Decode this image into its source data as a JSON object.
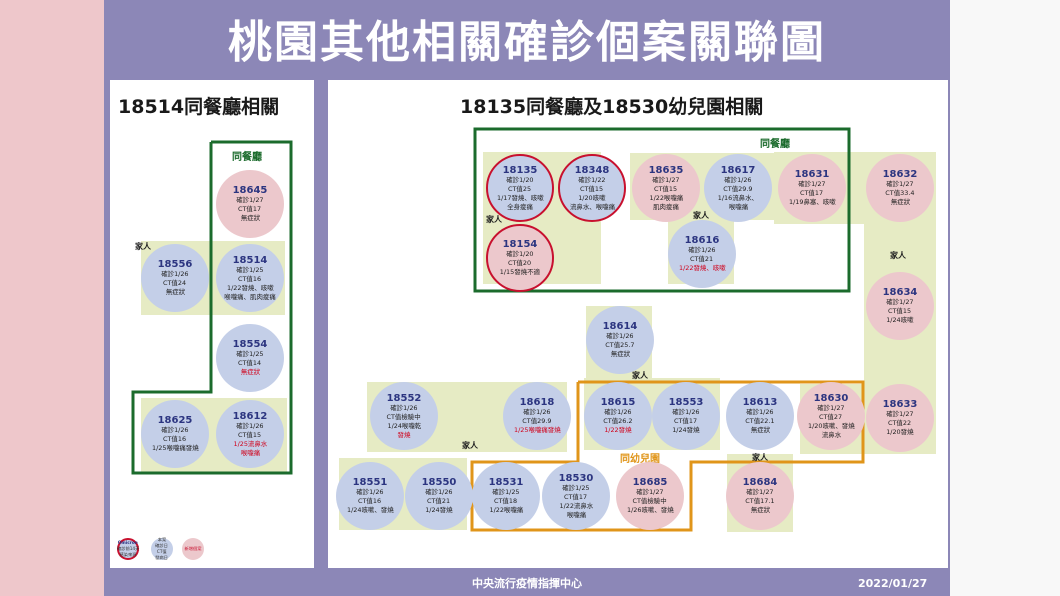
{
  "title": "桃園其他相關確診個案關聯圖",
  "left_heading": "18514同餐廳相關",
  "right_heading": "18135同餐廳及18530幼兒園相關",
  "groups": {
    "left_restaurant": "同餐廳",
    "right_restaurant": "同餐廳",
    "kindergarten": "同幼兒園"
  },
  "labels": {
    "family": "家人"
  },
  "cases": [
    {
      "key": "c18645",
      "id": "18645",
      "lines": [
        "確診1/27",
        "CT值17",
        "無症狀"
      ],
      "red": []
    },
    {
      "key": "c18556",
      "id": "18556",
      "lines": [
        "確診1/26",
        "CT值24",
        "無症狀"
      ],
      "red": []
    },
    {
      "key": "c18514",
      "id": "18514",
      "lines": [
        "確診1/25",
        "CT值16",
        "1/22發燒、咳嗽",
        "喉嚨痛、肌肉痠痛"
      ],
      "red": []
    },
    {
      "key": "c18554",
      "id": "18554",
      "lines": [
        "確診1/25",
        "CT值14",
        "無症狀"
      ],
      "red": [
        2
      ]
    },
    {
      "key": "c18625",
      "id": "18625",
      "lines": [
        "確診1/26",
        "CT值16",
        "1/25喉嚨痛發燒"
      ],
      "red": []
    },
    {
      "key": "c18612",
      "id": "18612",
      "lines": [
        "確診1/26",
        "CT值15",
        "1/25流鼻水",
        "喉嚨痛"
      ],
      "red": [
        2,
        3
      ]
    },
    {
      "key": "c18135",
      "id": "18135",
      "lines": [
        "確診1/20",
        "CT值25",
        "1/17發燒、咳嗽",
        "全身痠痛"
      ],
      "red": []
    },
    {
      "key": "c18348",
      "id": "18348",
      "lines": [
        "確診1/22",
        "CT值15",
        "1/20咳嗽",
        "流鼻水、喉嚨痛"
      ],
      "red": []
    },
    {
      "key": "c18154",
      "id": "18154",
      "lines": [
        "確診1/20",
        "CT值20",
        "1/15發燒不適"
      ],
      "red": []
    },
    {
      "key": "c18635",
      "id": "18635",
      "lines": [
        "確診1/27",
        "CT值15",
        "1/22喉嚨痛",
        "肌肉痠痛"
      ],
      "red": []
    },
    {
      "key": "c18617",
      "id": "18617",
      "lines": [
        "確診1/26",
        "CT值29.9",
        "1/16流鼻水、",
        "喉嚨痛"
      ],
      "red": []
    },
    {
      "key": "c18616",
      "id": "18616",
      "lines": [
        "確診1/26",
        "CT值21",
        "1/22發燒、咳嗽"
      ],
      "red": [
        2
      ]
    },
    {
      "key": "c18631",
      "id": "18631",
      "lines": [
        "確診1/27",
        "CT值17",
        "1/19鼻塞、咳嗽"
      ],
      "red": []
    },
    {
      "key": "c18632",
      "id": "18632",
      "lines": [
        "確診1/27",
        "CT值33.4",
        "無症狀"
      ],
      "red": []
    },
    {
      "key": "c18634",
      "id": "18634",
      "lines": [
        "確診1/27",
        "CT值15",
        "1/24咳嗽"
      ],
      "red": []
    },
    {
      "key": "c18614",
      "id": "18614",
      "lines": [
        "確診1/26",
        "CT值25.7",
        "無症狀"
      ],
      "red": []
    },
    {
      "key": "c18552",
      "id": "18552",
      "lines": [
        "確診1/26",
        "CT值檢驗中",
        "1/24喉嚨乾",
        "發燒"
      ],
      "red": [
        3
      ]
    },
    {
      "key": "c18618",
      "id": "18618",
      "lines": [
        "確診1/26",
        "CT值29.9",
        "1/25喉嚨痛發燒"
      ],
      "red": [
        2
      ]
    },
    {
      "key": "c18615",
      "id": "18615",
      "lines": [
        "確診1/26",
        "CT值26.2",
        "1/22發燒"
      ],
      "red": [
        2
      ]
    },
    {
      "key": "c18553",
      "id": "18553",
      "lines": [
        "確診1/26",
        "CT值17",
        "1/24發燒"
      ],
      "red": []
    },
    {
      "key": "c18613",
      "id": "18613",
      "lines": [
        "確診1/26",
        "CT值22.1",
        "無症狀"
      ],
      "red": []
    },
    {
      "key": "c18630",
      "id": "18630",
      "lines": [
        "確診1/27",
        "CT值27",
        "1/20咳嗽、發燒",
        "流鼻水"
      ],
      "red": []
    },
    {
      "key": "c18633",
      "id": "18633",
      "lines": [
        "確診1/27",
        "CT值22",
        "1/20發燒"
      ],
      "red": []
    },
    {
      "key": "c18551",
      "id": "18551",
      "lines": [
        "確診1/26",
        "CT值16",
        "1/24咳嗽、發燒"
      ],
      "red": []
    },
    {
      "key": "c18550",
      "id": "18550",
      "lines": [
        "確診1/26",
        "CT值21",
        "1/24發燒"
      ],
      "red": []
    },
    {
      "key": "c18531",
      "id": "18531",
      "lines": [
        "確診1/25",
        "CT值18",
        "1/22喉嚨痛"
      ],
      "red": []
    },
    {
      "key": "c18530",
      "id": "18530",
      "lines": [
        "確診1/25",
        "CT值17",
        "1/22流鼻水",
        "喉嚨痛"
      ],
      "red": []
    },
    {
      "key": "c18685",
      "id": "18685",
      "lines": [
        "確診1/27",
        "CT值檢驗中",
        "1/26咳嗽、發燒"
      ],
      "red": []
    },
    {
      "key": "c18684",
      "id": "18684",
      "lines": [
        "確診1/27",
        "CT值17.1",
        "無症狀"
      ],
      "red": []
    }
  ],
  "legend": {
    "omicron": "Omicron",
    "omicron_sub": [
      "確診前14天",
      "感染來源"
    ],
    "reported": [
      "本案",
      "確診日",
      "CT值",
      "發病日"
    ],
    "new": "新增個案"
  },
  "footer": {
    "center": "中央流行疫情指揮中心",
    "date": "2022/01/27"
  },
  "colors": {
    "frame": "#8c87b7",
    "highlight": "#e6ebc4",
    "reported_case": "#c4cfe8",
    "new_case": "#ecc8cc",
    "restaurant_border": "#1b6b2c",
    "kindergarten_border": "#e0951a",
    "omicron_ring": "#c8102e"
  }
}
